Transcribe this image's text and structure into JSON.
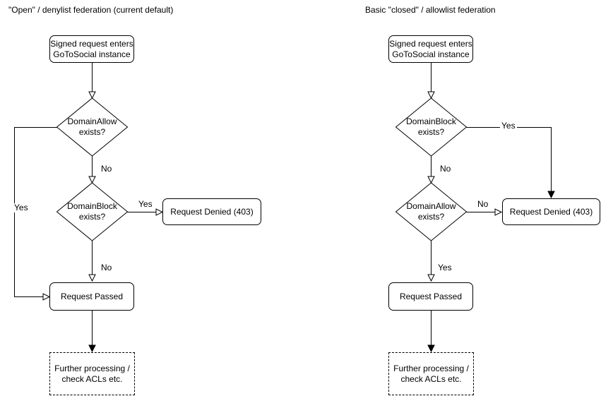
{
  "left": {
    "title": "\"Open\" / denylist federation (current default)",
    "nodes": {
      "start": "Signed request enters\nGoToSocial instance",
      "domain_allow": "DomainAllow\nexists?",
      "domain_block": "DomainBlock\nexists?",
      "denied": "Request Denied (403)",
      "passed": "Request Passed",
      "further": "Further processing /\ncheck ACLs etc."
    },
    "labels": {
      "allow_yes": "Yes",
      "allow_no": "No",
      "block_yes": "Yes",
      "block_no": "No"
    }
  },
  "right": {
    "title": "Basic \"closed\" / allowlist federation",
    "nodes": {
      "start": "Signed request enters\nGoToSocial instance",
      "domain_block": "DomainBlock\nexists?",
      "domain_allow": "DomainAllow\nexists?",
      "denied": "Request Denied (403)",
      "passed": "Request Passed",
      "further": "Further processing /\ncheck ACLs etc."
    },
    "labels": {
      "block_yes": "Yes",
      "block_no": "No",
      "allow_no": "No",
      "allow_yes": "Yes"
    }
  },
  "colors": {
    "stroke": "#000000",
    "text": "#000000",
    "background": "#ffffff"
  }
}
